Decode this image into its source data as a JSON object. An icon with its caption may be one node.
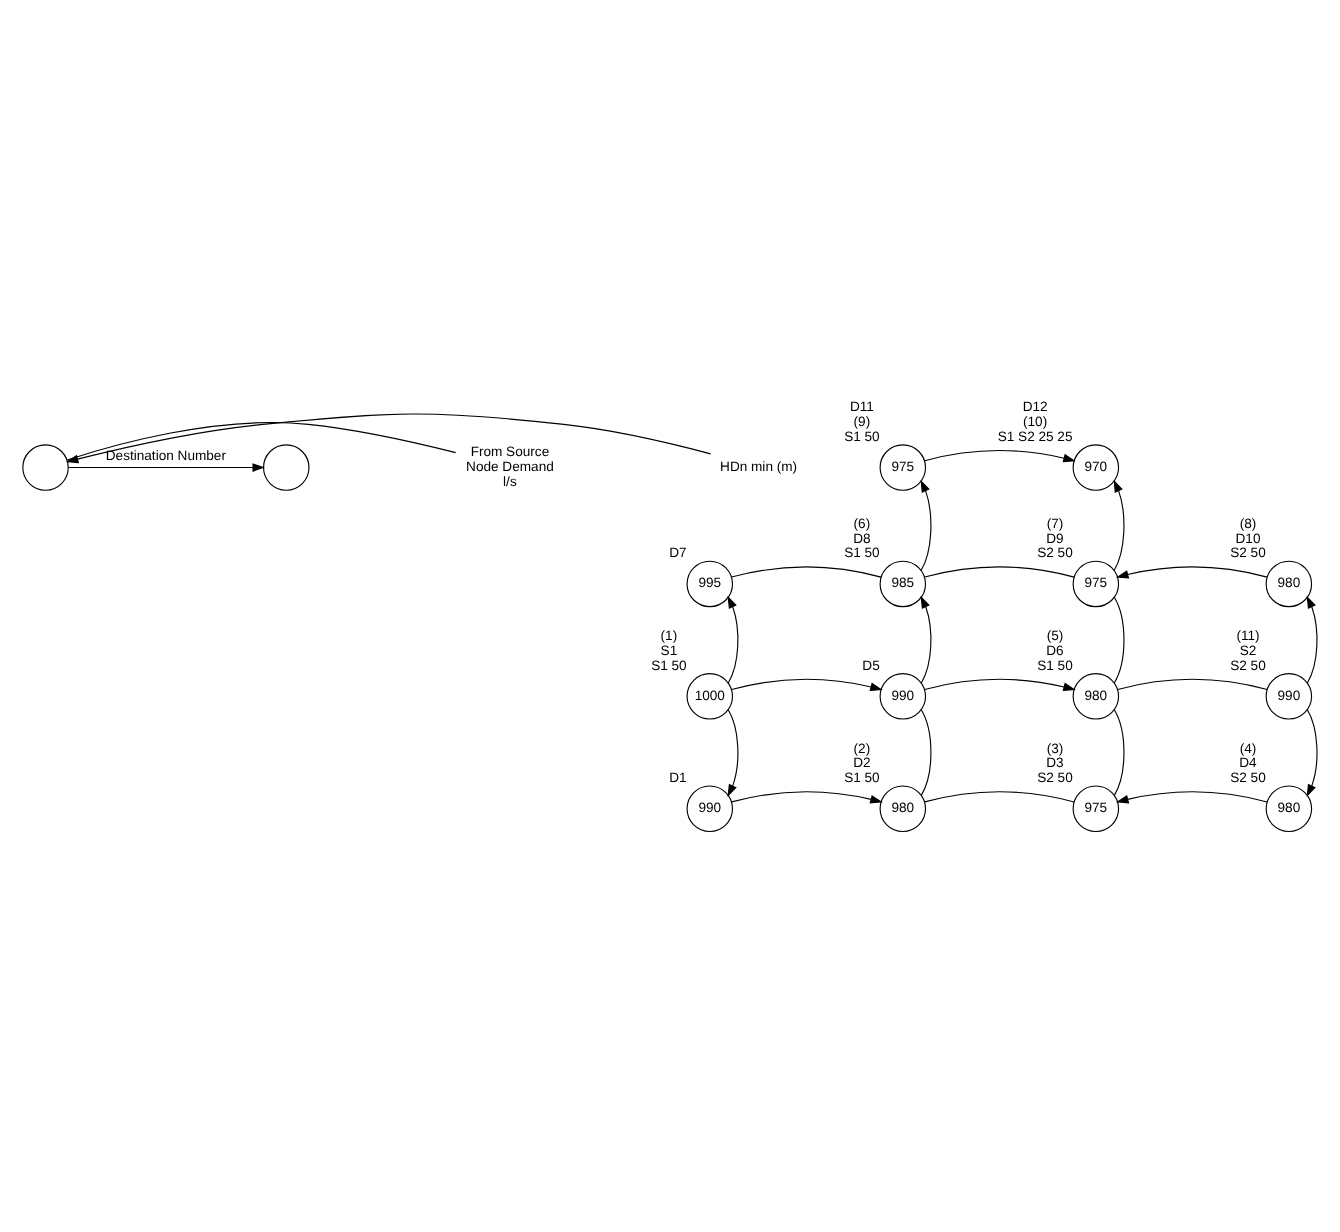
{
  "diagram": {
    "nodes": [
      {
        "text": [],
        "shape": "circle"
      },
      {
        "text": [],
        "shape": "circle"
      },
      {
        "text": [
          "From Source",
          "Node Demand",
          "l/s"
        ]
      },
      {
        "text": [
          "HDn min (m)"
        ]
      },
      {
        "text": [
          "975"
        ],
        "beside": [
          "D11",
          "(9)",
          "S1 50"
        ]
      },
      {
        "text": [
          "970"
        ],
        "beside": [
          "D12",
          "(10)",
          "S1 S2 25 25"
        ]
      },
      {
        "text": [
          "995"
        ],
        "beside": [
          "D7"
        ]
      },
      {
        "text": [
          "985"
        ],
        "beside": [
          "(6)",
          "D8",
          "S1 50"
        ]
      },
      {
        "text": [
          "975"
        ],
        "beside": [
          "(7)",
          "D9",
          "S2 50"
        ]
      },
      {
        "text": [
          "980"
        ],
        "beside": [
          "(8)",
          "D10",
          "S2 50"
        ]
      },
      {
        "text": [
          "1000"
        ],
        "beside": [
          "(1)",
          "S1",
          "S1 50"
        ]
      },
      {
        "text": [
          "990"
        ],
        "beside": [
          "D5"
        ]
      },
      {
        "text": [
          "980"
        ],
        "beside": [
          "(5)",
          "D6",
          "S1 50"
        ]
      },
      {
        "text": [
          "990"
        ],
        "beside": [
          "(11)",
          "S2",
          "S2 50"
        ]
      },
      {
        "text": [
          "990"
        ],
        "beside": [
          "D1"
        ]
      },
      {
        "text": [
          "980"
        ],
        "beside": [
          "(2)",
          "D2",
          "S1 50"
        ]
      },
      {
        "text": [
          "975"
        ],
        "beside": [
          "(3)",
          "D3",
          "S2 50"
        ]
      },
      {
        "text": [
          "980"
        ],
        "beside": [
          "(4)",
          "D4",
          "S2 50"
        ]
      }
    ],
    "edges": [
      {
        "from": 0,
        "to": 1,
        "arrow": "to",
        "label": "Destination Number"
      },
      {
        "from": 2,
        "to": 0,
        "arrow": "none"
      },
      {
        "from": 3,
        "to": 0,
        "arrow": "to"
      },
      {
        "from": 4,
        "to": 5,
        "arrow": "to"
      },
      {
        "from": 7,
        "to": 4,
        "arrow": "to"
      },
      {
        "from": 8,
        "to": 5,
        "arrow": "to"
      },
      {
        "from": 6,
        "to": 7,
        "arrow": "none"
      },
      {
        "from": 7,
        "to": 8,
        "arrow": "none"
      },
      {
        "from": 9,
        "to": 8,
        "arrow": "to"
      },
      {
        "from": 10,
        "to": 6,
        "arrow": "to"
      },
      {
        "from": 10,
        "to": 11,
        "arrow": "to"
      },
      {
        "from": 10,
        "to": 14,
        "arrow": "to"
      },
      {
        "from": 11,
        "to": 7,
        "arrow": "to"
      },
      {
        "from": 11,
        "to": 12,
        "arrow": "to"
      },
      {
        "from": 12,
        "to": 13,
        "arrow": "none"
      },
      {
        "from": 12,
        "to": 8,
        "arrow": "none"
      },
      {
        "from": 13,
        "to": 9,
        "arrow": "to"
      },
      {
        "from": 13,
        "to": 17,
        "arrow": "to"
      },
      {
        "from": 14,
        "to": 15,
        "arrow": "to"
      },
      {
        "from": 15,
        "to": 11,
        "arrow": "none"
      },
      {
        "from": 16,
        "to": 12,
        "arrow": "none"
      },
      {
        "from": 15,
        "to": 16,
        "arrow": "none"
      },
      {
        "from": 17,
        "to": 16,
        "arrow": "to"
      }
    ]
  }
}
